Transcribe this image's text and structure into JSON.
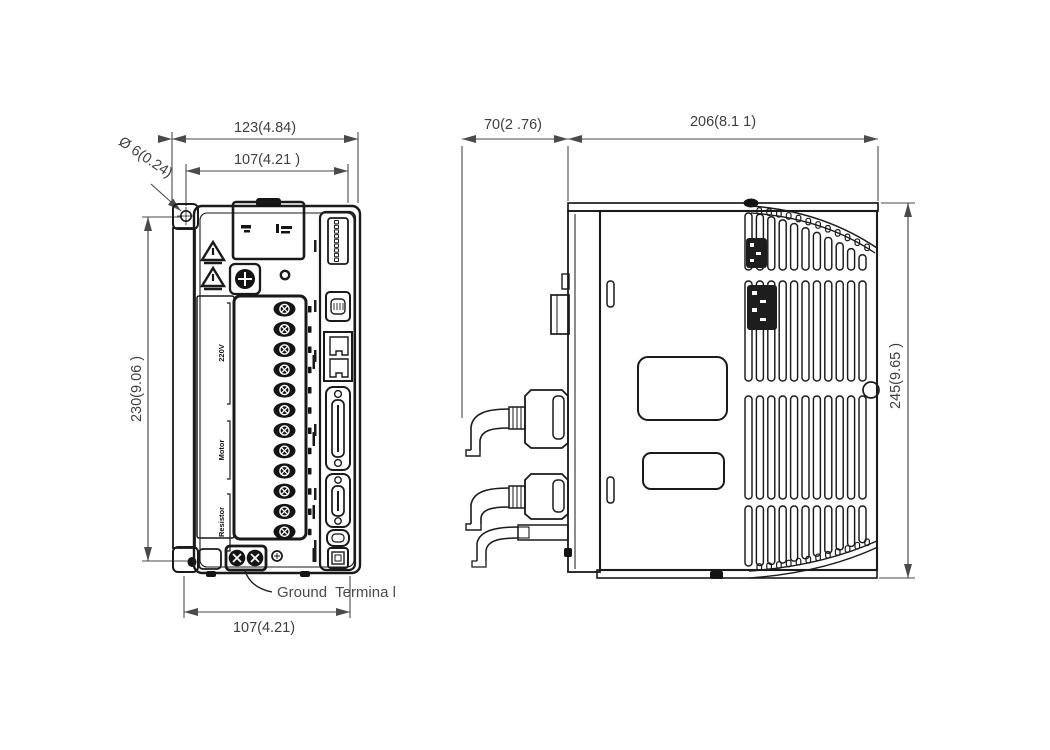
{
  "front": {
    "dim_overall_width": "123(4.84)",
    "dim_mount_width": "107(4.21 )",
    "dim_hole_diameter": "Ø 6(0.24)",
    "dim_height": "230(9.06 )",
    "dim_bottom_width": "107(4.21)",
    "ground_terminal_label": "Ground  Termina l",
    "terminal_group_labels": {
      "power": "220V",
      "motor": "Motor",
      "resistor": "Resistor"
    }
  },
  "side": {
    "dim_front_depth": "70(2 .76)",
    "dim_body_depth": "206(8.1 1)",
    "dim_height": "245(9.65 )"
  },
  "colors": {
    "line": "#1a1a1a",
    "dim": "#474747",
    "background": "#ffffff"
  }
}
